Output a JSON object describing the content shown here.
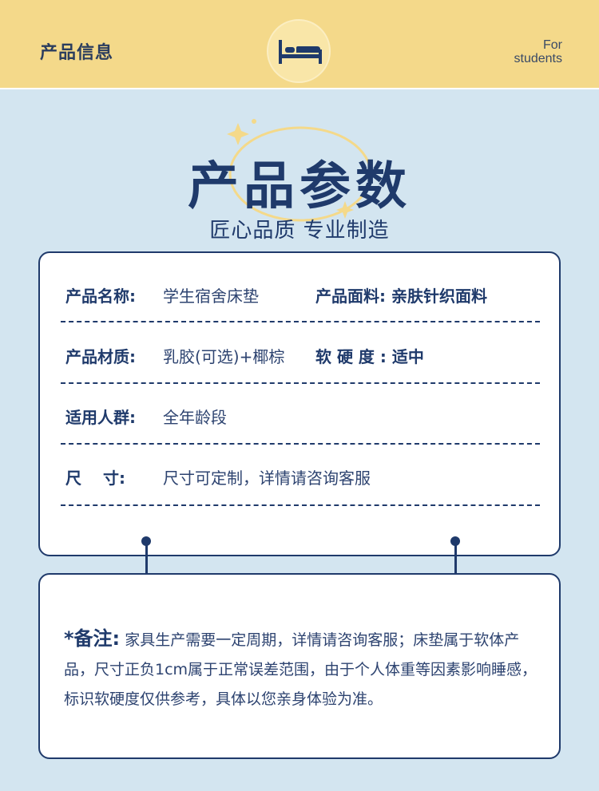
{
  "header": {
    "title": "产品信息",
    "tag_line1": "For",
    "tag_line2": "students"
  },
  "hero": {
    "title": "产品参数",
    "subtitle": "匠心品质 专业制造"
  },
  "params": [
    {
      "label": "产品名称:",
      "value": "学生宿舍床垫",
      "label2": "产品面料: 亲肤针织面料"
    },
    {
      "label": "产品材质:",
      "value": "乳胶(可选)+椰棕",
      "label2": "软 硬 度 : 适中"
    },
    {
      "label": "适用人群:",
      "value": "全年龄段"
    },
    {
      "label": "尺　 寸:",
      "value": "尺寸可定制，详情请咨询客服"
    }
  ],
  "notes": {
    "label": "*备注:",
    "text": "家具生产需要一定周期，详情请咨询客服；床垫属于软体产品，尺寸正负1cm属于正常误差范围，由于个人体重等因素影响睡感，标识软硬度仅供参考，具体以您亲身体验为准。"
  },
  "colors": {
    "background": "#d3e5f0",
    "header": "#f4d98a",
    "navy": "#1f3a6b",
    "card": "#ffffff"
  },
  "icons": [
    "bed-icon",
    "star-icon"
  ]
}
